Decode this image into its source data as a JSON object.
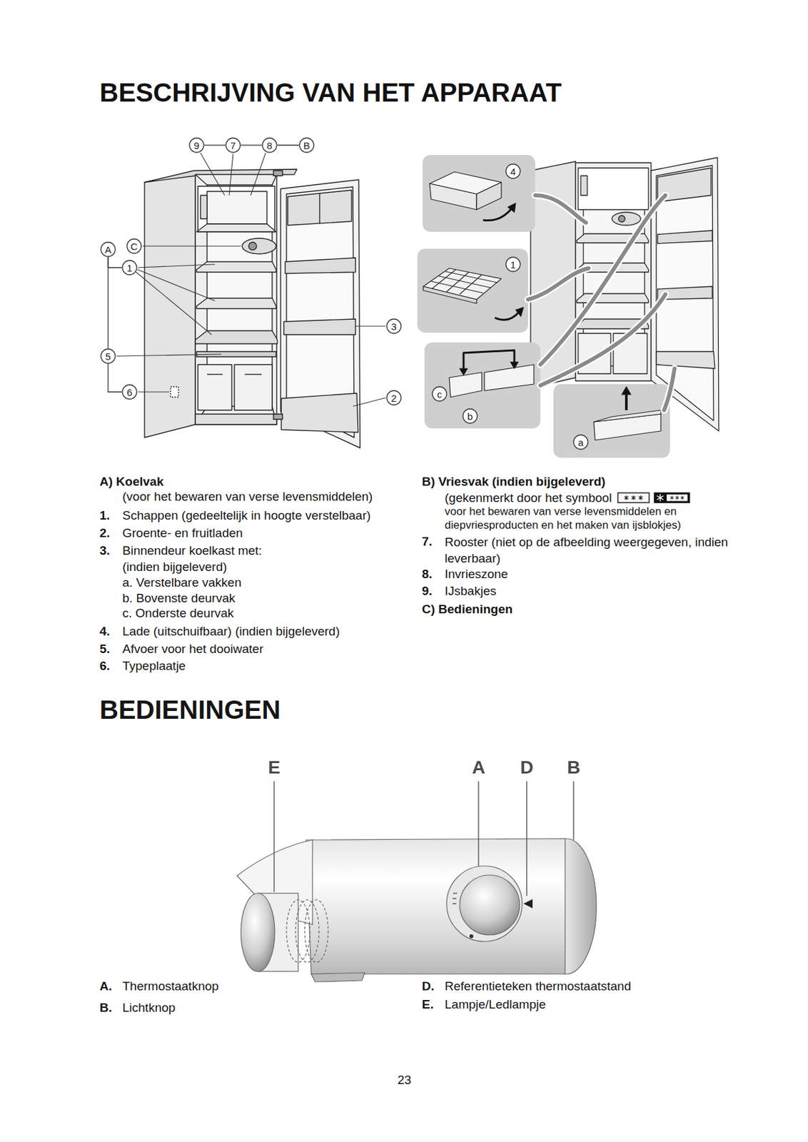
{
  "diagram": {
    "title": "BESCHRIJVING VAN HET APPARAAT",
    "nodes": [
      {
        "text": [
          "9"
        ]
      },
      {
        "text": [
          "7"
        ]
      },
      {
        "text": [
          "8"
        ]
      },
      {
        "text": [
          "B"
        ]
      },
      {
        "text": [
          "A"
        ]
      },
      {
        "text": [
          "C"
        ]
      },
      {
        "text": [
          "1"
        ]
      },
      {
        "text": [
          "5"
        ]
      },
      {
        "text": [
          "6"
        ]
      },
      {
        "text": [
          "3"
        ]
      },
      {
        "text": [
          "2"
        ]
      },
      {
        "text": [
          "4"
        ]
      },
      {
        "text": [
          "1"
        ]
      },
      {
        "text": [
          "c"
        ]
      },
      {
        "text": [
          "b"
        ]
      },
      {
        "text": [
          "a"
        ]
      }
    ],
    "edges": [
      {
        "from": 0,
        "to": 1,
        "arrow": "none"
      },
      {
        "from": 1,
        "to": 2,
        "arrow": "none"
      },
      {
        "from": 2,
        "to": 3,
        "arrow": "none"
      },
      {
        "from": 4,
        "to": 6,
        "arrow": "none"
      },
      {
        "from": 4,
        "to": 7,
        "arrow": "none"
      },
      {
        "from": 7,
        "to": 8,
        "arrow": "none"
      }
    ],
    "labels": [
      "A) Koelvak",
      "(voor het bewaren van verse levensmiddelen)",
      "1.",
      "Schappen (gedeeltelijk in hoogte verstelbaar)",
      "2.",
      "Groente- en fruitladen",
      "3.",
      "Binnendeur koelkast met:",
      "(indien bijgeleverd)",
      "a. Verstelbare vakken",
      "b. Bovenste deurvak",
      "c. Onderste deurvak",
      "4.",
      "Lade (uitschuifbaar) (indien bijgeleverd)",
      "5.",
      "Afvoer voor het dooiwater",
      "6.",
      "Typeplaatje",
      "B) Vriesvak (indien bijgeleverd)",
      "(gekenmerkt door het symbool",
      "voor het bewaren van verse levensmiddelen en diepvriesproducten en het maken van ijsblokjes)",
      "7.",
      "Rooster (niet op de afbeelding weergegeven, indien leverbaar)",
      "8.",
      "Invrieszone",
      "9.",
      "IJsbakjes",
      "C) Bedieningen",
      "BEDIENINGEN",
      "E",
      "A",
      "D",
      "B",
      "A.",
      "Thermostaatknop",
      "B.",
      "Lichtknop",
      "D.",
      "Referentieteken thermostaatstand",
      "E.",
      "Lampje/Ledlampje",
      "23"
    ]
  }
}
